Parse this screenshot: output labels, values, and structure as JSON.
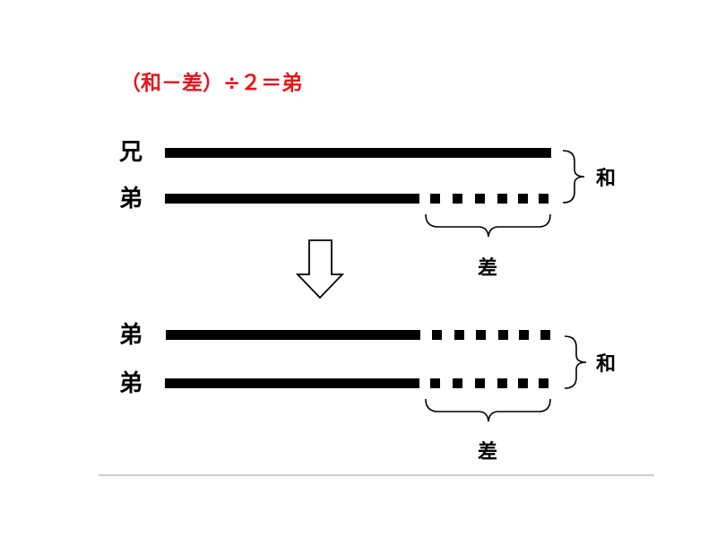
{
  "formula": {
    "text": "（和－差）÷２＝弟",
    "color": "#e8141c"
  },
  "top_section": {
    "row1_label": "兄",
    "row2_label": "弟",
    "sum_label": "和",
    "difference_label": "差"
  },
  "arrow": {
    "icon": "down-arrow-icon"
  },
  "bottom_section": {
    "row1_label": "弟",
    "row2_label": "弟",
    "sum_label": "和",
    "difference_label": "差"
  },
  "colors": {
    "bar": "#000000",
    "text": "#000000",
    "divider": "#bbbbbb"
  }
}
